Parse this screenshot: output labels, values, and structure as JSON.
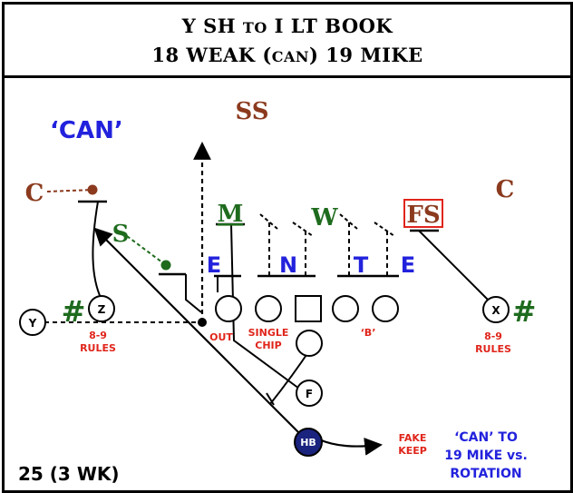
{
  "header": {
    "line1_a": "Y SH",
    "line1_b": "TO",
    "line1_c": "I LT BOOK",
    "line2_a": "18 WEAK (",
    "line2_b": "CAN",
    "line2_c": ") 19 MIKE"
  },
  "call": "‘CAN’",
  "defense": {
    "ss": "SS",
    "c_left": "C",
    "c_right": "C",
    "s": "S",
    "m": "M",
    "w": "W",
    "fs": "FS",
    "e_left": "E",
    "n": "N",
    "t": "T",
    "e_right": "E"
  },
  "offense": {
    "y": "Y",
    "z": "Z",
    "x": "X",
    "f": "F",
    "hb": "HB"
  },
  "notes": {
    "hash_left": "#",
    "hash_right": "#",
    "rules_left_1": "8-9",
    "rules_left_2": "RULES",
    "rules_right_1": "8-9",
    "rules_right_2": "RULES",
    "out": "OUT",
    "single": "SINGLE",
    "chip": "CHIP",
    "b": "‘B’",
    "fake": "FAKE",
    "keep": "KEEP",
    "can_to_1": "‘CAN’ TO",
    "can_to_2": "19 MIKE vs.",
    "can_to_3": "ROTATION"
  },
  "footer": "25 (3 WK)",
  "colors": {
    "brown": "#8B3A1E",
    "green": "#1E6B1E",
    "blue": "#2222DD",
    "red": "#E0251B",
    "navy": "#1A237E",
    "black": "#000000"
  }
}
